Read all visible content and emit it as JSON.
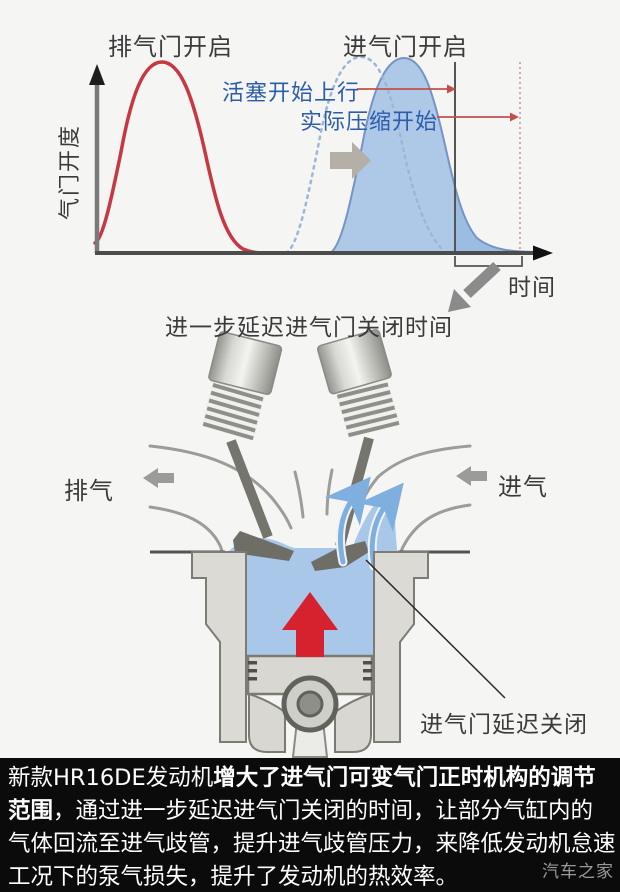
{
  "page": {
    "background": "#f5f5f3",
    "caption_bar_color": "#0b0b0b"
  },
  "chart": {
    "exhaust_curve_label": "排气门开启",
    "intake_curve_label": "进气门开启",
    "piston_up_annotation": "活塞开始上行",
    "compression_annotation": "实际压缩开始",
    "y_axis_label": "气门开度",
    "x_axis_label": "时间",
    "colors": {
      "exhaust_curve": "#c63843",
      "intake_curve_fill": "#aec9e8",
      "intake_curve_tail_fill": "#9cbde2",
      "intake_curve_edge": "#7593c4",
      "previous_timing_dashed": "#9db6d8",
      "annotation_text": "#2d5cab",
      "annotation_arrow": "#c0504d",
      "reference_line_solid": "#555555",
      "reference_line_dotted": "#d98b8b",
      "shift_arrow": "#b4b0a7",
      "delay_arrow": "#8b8b8b"
    }
  },
  "chart_data": {
    "type": "area",
    "title": "",
    "xlabel": "时间",
    "ylabel": "气门开度",
    "x_axis_numeric": false,
    "grid": false,
    "legend_position": "labels-above-curves",
    "series": [
      {
        "name": "排气门开启",
        "style": "solid-line",
        "color": "#c63843",
        "shape": "bell",
        "start_x_frac": 0.0,
        "peak_x_frac": 0.15,
        "end_x_frac": 0.39,
        "peak_height_frac": 1.0
      },
      {
        "name": "进气门开启(原正时)",
        "style": "dashed-line",
        "color": "#9db6d8",
        "shape": "bell",
        "start_x_frac": 0.42,
        "peak_x_frac": 0.59,
        "end_x_frac": 0.77,
        "peak_height_frac": 1.02
      },
      {
        "name": "进气门开启(延迟关闭后)",
        "style": "filled-area",
        "color": "#aec9e8",
        "shape": "bell",
        "start_x_frac": 0.52,
        "peak_x_frac": 0.69,
        "end_x_frac": 0.99,
        "peak_height_frac": 1.02
      }
    ],
    "reference_lines": [
      {
        "label": "活塞开始上行",
        "x_frac": 0.8,
        "style": "solid",
        "color": "#555555"
      },
      {
        "label": "实际压缩开始",
        "x_frac": 0.945,
        "style": "dotted",
        "color": "#d98b8b"
      }
    ],
    "annotations": [
      {
        "text": "活塞开始上行",
        "arrow_to_x_frac": 0.8
      },
      {
        "text": "实际压缩开始",
        "arrow_to_x_frac": 0.945
      },
      {
        "text": "进一步延迟进气门关闭时间",
        "refers_to": "区间 0.80–0.945 (括号+箭头)"
      }
    ]
  },
  "diagram": {
    "title": "进一步延迟进气门关闭时间",
    "exhaust_flow_label": "排气",
    "intake_flow_label": "进气",
    "callout_label": "进气门延迟关闭",
    "colors": {
      "chamber_fill": "#a9c7e8",
      "piston_arrow": "#d6212f",
      "metal_light": "#d8d7d2",
      "metal_dark": "#75756d",
      "port_line": "#9c9c98",
      "flow_arrow_gray": "#9b9b97",
      "reverse_flow_arrow_blue": "#7fafdf"
    }
  },
  "caption": {
    "line1_normal": "新款HR16DE发动机",
    "line1_bold": "增大了进气门可变气门正时机构的调节",
    "line2_bold": "范围",
    "line2_normal": "，通过进一步延迟进气门关闭的时间，让部分气缸内的",
    "line3": "气体回流至进气歧管，提升进气歧管压力，来降低发动机怠速",
    "line4": "工况下的泵气损失，提升了发动机的热效率。",
    "watermark": "汽车之家"
  }
}
